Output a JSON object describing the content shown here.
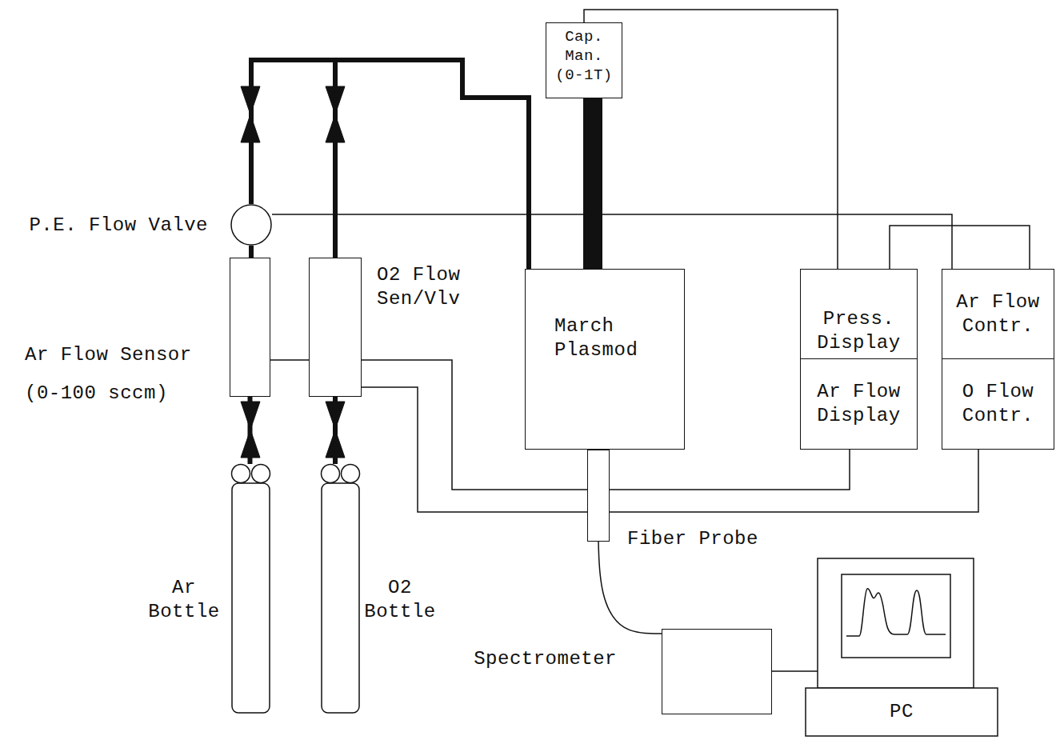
{
  "diagram": {
    "nodes": [
      {
        "text": [
          "Cap. Man. (0-1T)"
        ]
      },
      {
        "text": [
          "P.E. Flow Valve"
        ]
      },
      {
        "text": [
          "Ar Flow Sensor",
          "(0-100 sccm)"
        ]
      },
      {
        "text": [
          "O2 Flow Sen/Vlv"
        ]
      },
      {
        "text": [
          "March Plasmod"
        ]
      },
      {
        "text": [
          "Press. Display"
        ]
      },
      {
        "text": [
          "Ar Flow Contr."
        ]
      },
      {
        "text": [
          "Ar Flow Display"
        ]
      },
      {
        "text": [
          "O Flow Contr."
        ]
      },
      {
        "text": [
          "Fiber Probe"
        ]
      },
      {
        "text": [
          "Ar Bottle"
        ]
      },
      {
        "text": [
          "O2 Bottle"
        ]
      },
      {
        "text": [
          "Spectrometer"
        ]
      },
      {
        "text": [
          "PC"
        ]
      }
    ],
    "edges": [
      {
        "from": 10,
        "to": 2,
        "arrow": "none"
      },
      {
        "from": 2,
        "to": 1,
        "arrow": "none"
      },
      {
        "from": 1,
        "to": 4,
        "arrow": "none"
      },
      {
        "from": 11,
        "to": 3,
        "arrow": "none"
      },
      {
        "from": 3,
        "to": 4,
        "arrow": "none"
      },
      {
        "from": 0,
        "to": 4,
        "arrow": "none"
      },
      {
        "from": 0,
        "to": 5,
        "arrow": "none"
      },
      {
        "from": 1,
        "to": 6,
        "arrow": "none"
      },
      {
        "from": 5,
        "to": 6,
        "arrow": "none"
      },
      {
        "from": 2,
        "to": 7,
        "arrow": "none"
      },
      {
        "from": 3,
        "to": 8,
        "arrow": "none"
      },
      {
        "from": 9,
        "to": 12,
        "arrow": "none"
      },
      {
        "from": 12,
        "to": 13,
        "arrow": "none"
      }
    ]
  }
}
